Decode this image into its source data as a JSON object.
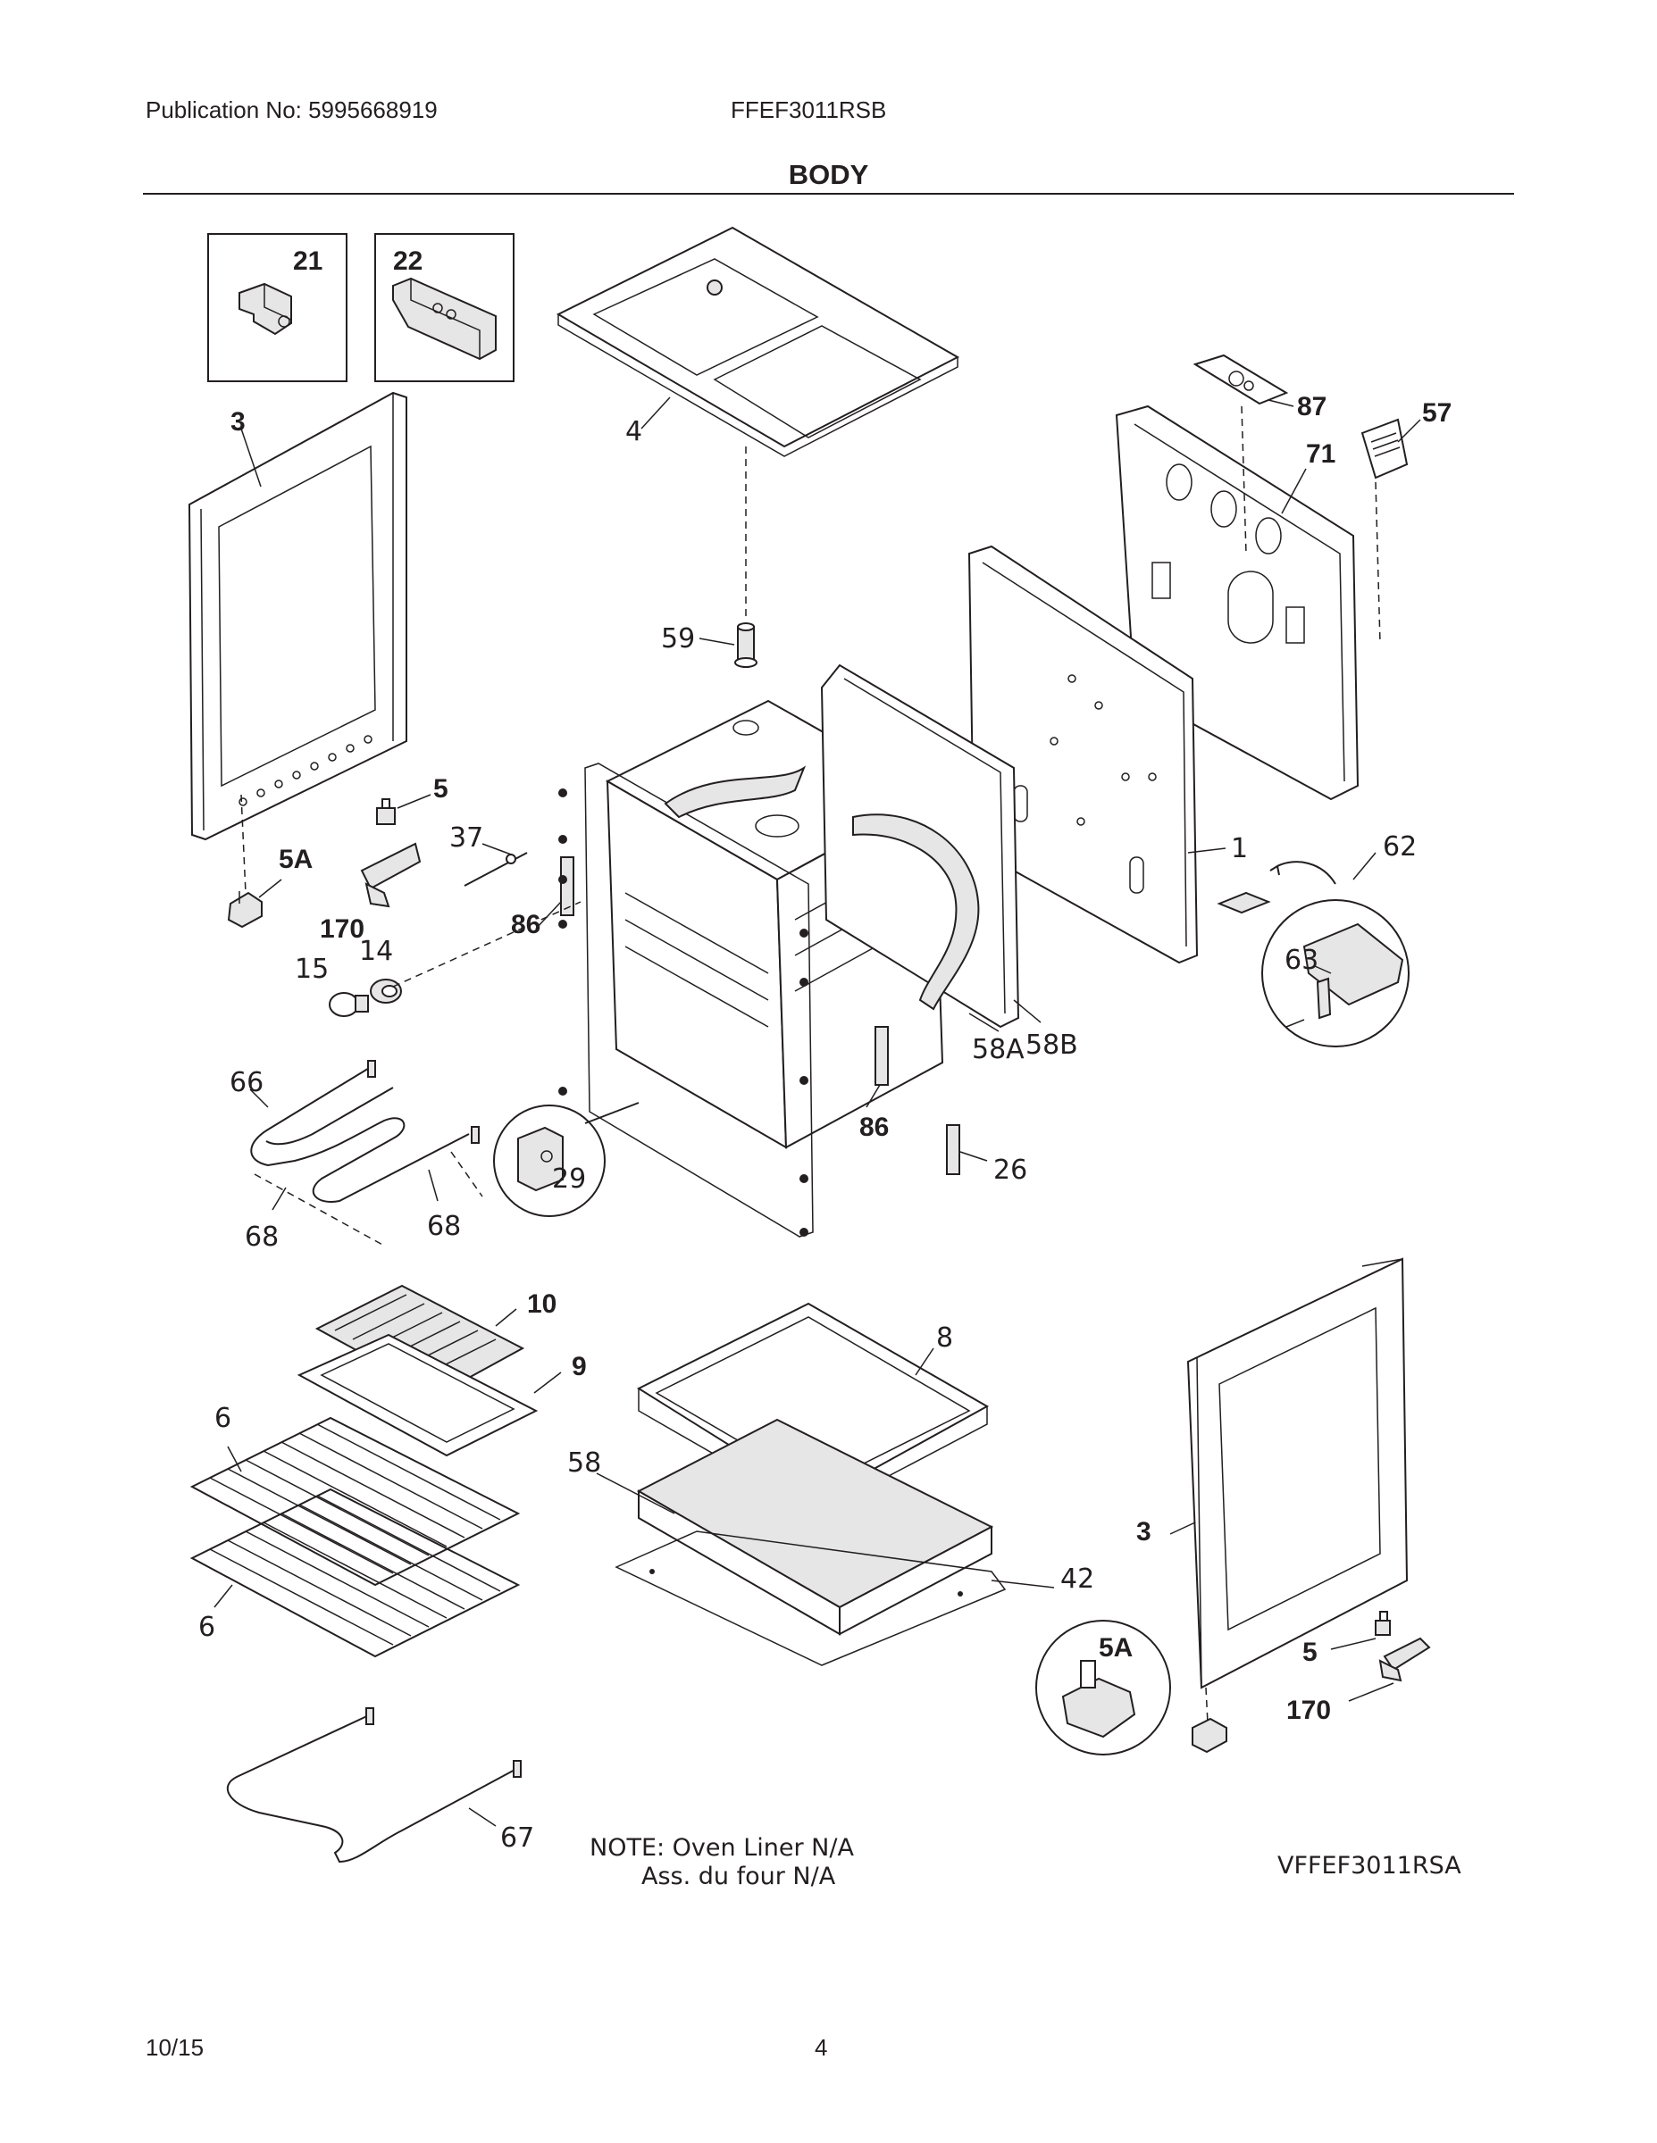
{
  "header": {
    "publication": "Publication No: 5995668919",
    "model": "FFEF3011RSB",
    "section": "BODY"
  },
  "footer": {
    "date": "10/15",
    "page": "4"
  },
  "note": {
    "line1": "NOTE: Oven Liner N/A",
    "line2": "Ass. du four N/A"
  },
  "figure_id": "VFFEF3011RSA",
  "callouts": {
    "c21": "21",
    "c22": "22",
    "c4": "4",
    "c3_left": "3",
    "c87": "87",
    "c57": "57",
    "c71": "71",
    "c59": "59",
    "c5_left": "5",
    "c37": "37",
    "c5A_left": "5A",
    "c86_left": "86",
    "c170_left": "170",
    "c14": "14",
    "c15": "15",
    "c1": "1",
    "c62": "62",
    "c63": "63",
    "c58A": "58A",
    "c58B": "58B",
    "c66": "66",
    "c29": "29",
    "c86_right": "86",
    "c26": "26",
    "c68_left": "68",
    "c68_right": "68",
    "c10": "10",
    "c9": "9",
    "c8": "8",
    "c6_top": "6",
    "c58": "58",
    "c42": "42",
    "c3_right": "3",
    "c6_bottom": "6",
    "c5A_right": "5A",
    "c5_right": "5",
    "c170_right": "170",
    "c67": "67"
  }
}
